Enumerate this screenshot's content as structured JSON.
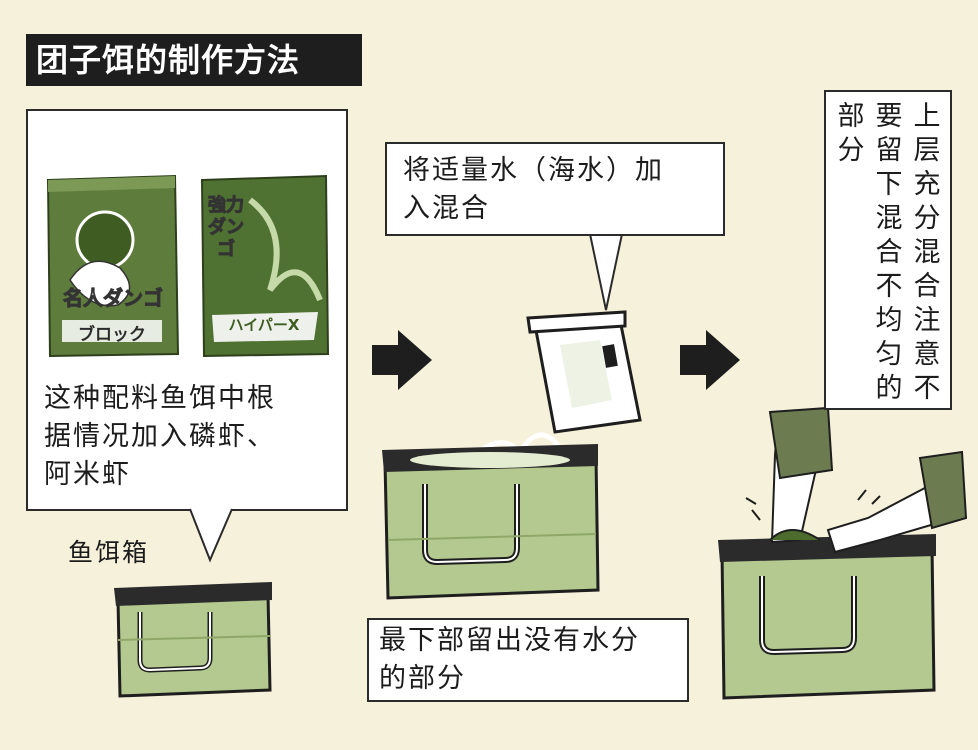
{
  "title": "团子饵的制作方法",
  "step1": {
    "caption": "这种配料鱼饵中根据情况加入磷虾、阿米虾",
    "caption_lines": [
      "这种配料鱼饵中根",
      "据情况加入磷虾、",
      "阿米虾"
    ],
    "box_label": "鱼饵箱",
    "bag1_lines": [
      "名人ダンゴ",
      "ブロック"
    ],
    "bag2_lines": [
      "強力ダンゴ",
      "ハイパーX"
    ]
  },
  "step2": {
    "callout_lines": [
      "将适量水（海水）加",
      "入混合"
    ],
    "caption_lines": [
      "最下部留出没有水分",
      "的部分"
    ]
  },
  "step3": {
    "callout_columns": [
      "上层充分混合注意不",
      "要留下混合不均匀的",
      "部分"
    ]
  },
  "colors": {
    "background": "#f6f1db",
    "title_bg": "#1e1e1e",
    "bag_green": "#5e7d3c",
    "box_green": "#b3c98f"
  }
}
